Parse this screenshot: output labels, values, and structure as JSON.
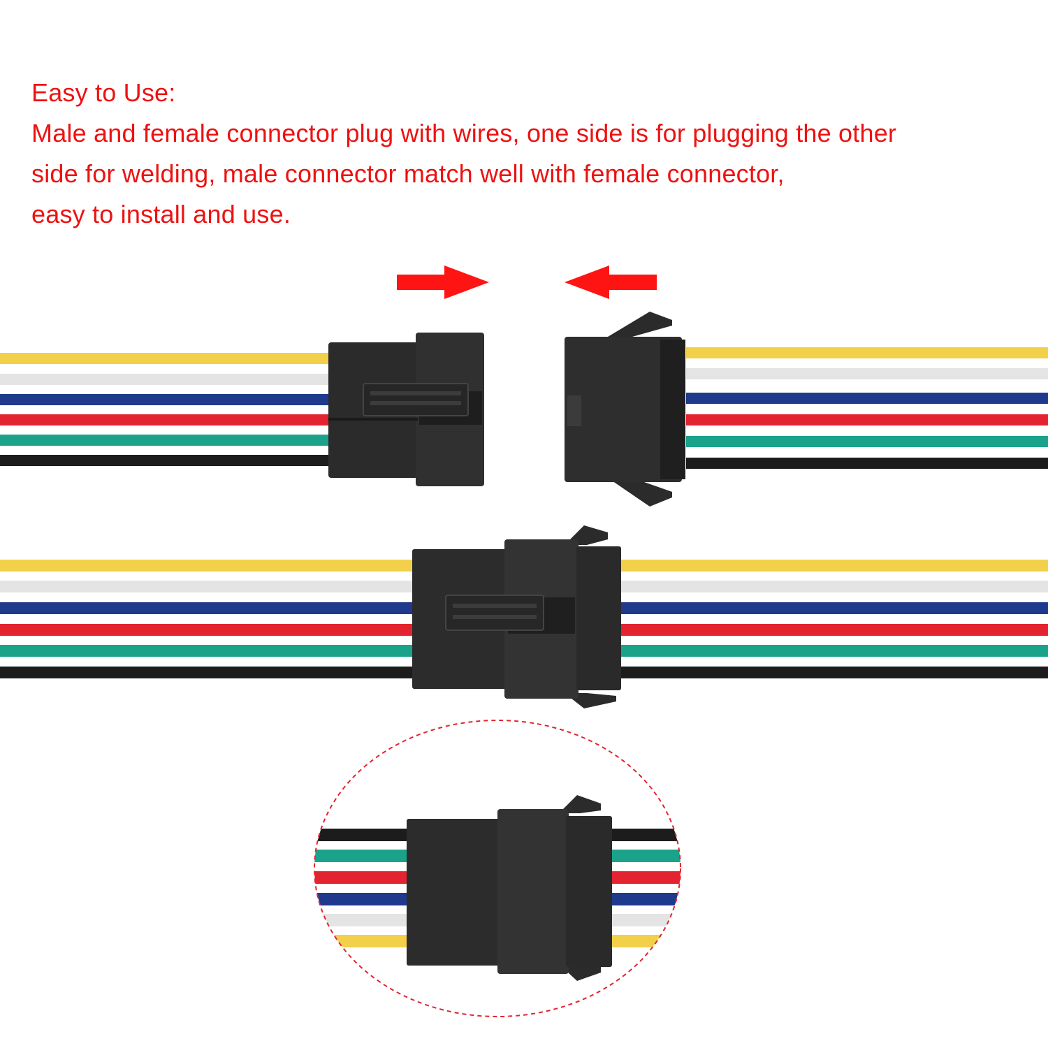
{
  "caption": {
    "heading": "Easy to Use:",
    "lines": [
      "Male and female connector plug with wires, one side is for plugging the other",
      "side for welding, male connector match well with female connector,",
      "easy to install and use."
    ],
    "color": "#ee1111"
  },
  "illustration": {
    "subject": "6-pin male and female wire connector",
    "wire_colors": [
      "#f2d04a",
      "#e8e8e8",
      "#1f3a8c",
      "#e32330",
      "#1aa38a",
      "#1c1c1c"
    ],
    "housing_color": "#2b2b2b",
    "arrow_color": "#ff1414",
    "callout_outline_color": "#e32330"
  }
}
